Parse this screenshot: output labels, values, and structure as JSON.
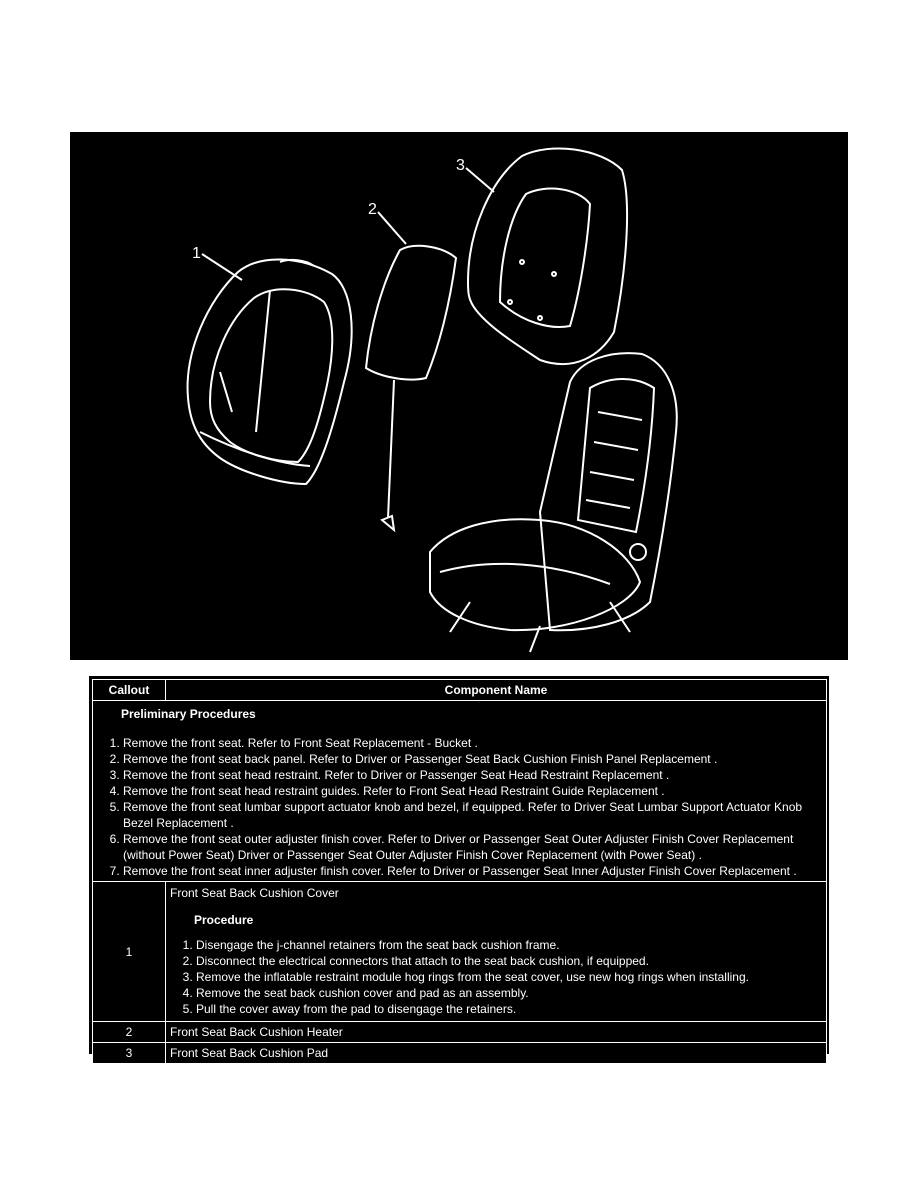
{
  "figure": {
    "callouts": [
      "1",
      "2",
      "3"
    ],
    "colors": {
      "background": "#000000",
      "lines": "#ffffff"
    }
  },
  "table": {
    "headers": {
      "callout": "Callout",
      "component": "Component Name"
    },
    "preliminary": {
      "title": "Preliminary Procedures",
      "steps": [
        "Remove the front seat. Refer to Front Seat Replacement - Bucket .",
        "Remove the front seat back panel. Refer to Driver or Passenger Seat Back Cushion Finish Panel Replacement .",
        "Remove the front seat head restraint. Refer to Driver or Passenger Seat Head Restraint Replacement .",
        "Remove the front seat head restraint guides. Refer to Front Seat Head Restraint Guide Replacement .",
        "Remove the front seat lumbar support actuator knob and bezel, if equipped. Refer to Driver Seat Lumbar Support Actuator Knob Bezel Replacement .",
        "Remove the front seat outer adjuster finish cover. Refer to Driver or Passenger Seat Outer Adjuster Finish Cover Replacement (without Power Seat) Driver or Passenger Seat Outer Adjuster Finish Cover Replacement (with Power Seat) .",
        "Remove the front seat inner adjuster finish cover. Refer to Driver or Passenger Seat Inner Adjuster Finish Cover Replacement ."
      ]
    },
    "rows": [
      {
        "callout": "1",
        "name": "Front Seat Back Cushion Cover",
        "procedure_title": "Procedure",
        "steps": [
          "Disengage the j-channel retainers from the seat back cushion frame.",
          "Disconnect the electrical connectors that attach to the seat back cushion, if equipped.",
          "Remove the inflatable restraint module hog rings from the seat cover, use new hog rings when installing.",
          "Remove the seat back cushion cover and pad as an assembly.",
          "Pull the cover away from the pad to disengage the retainers."
        ]
      },
      {
        "callout": "2",
        "name": "Front Seat Back Cushion Heater"
      },
      {
        "callout": "3",
        "name": "Front Seat Back Cushion Pad"
      }
    ]
  }
}
